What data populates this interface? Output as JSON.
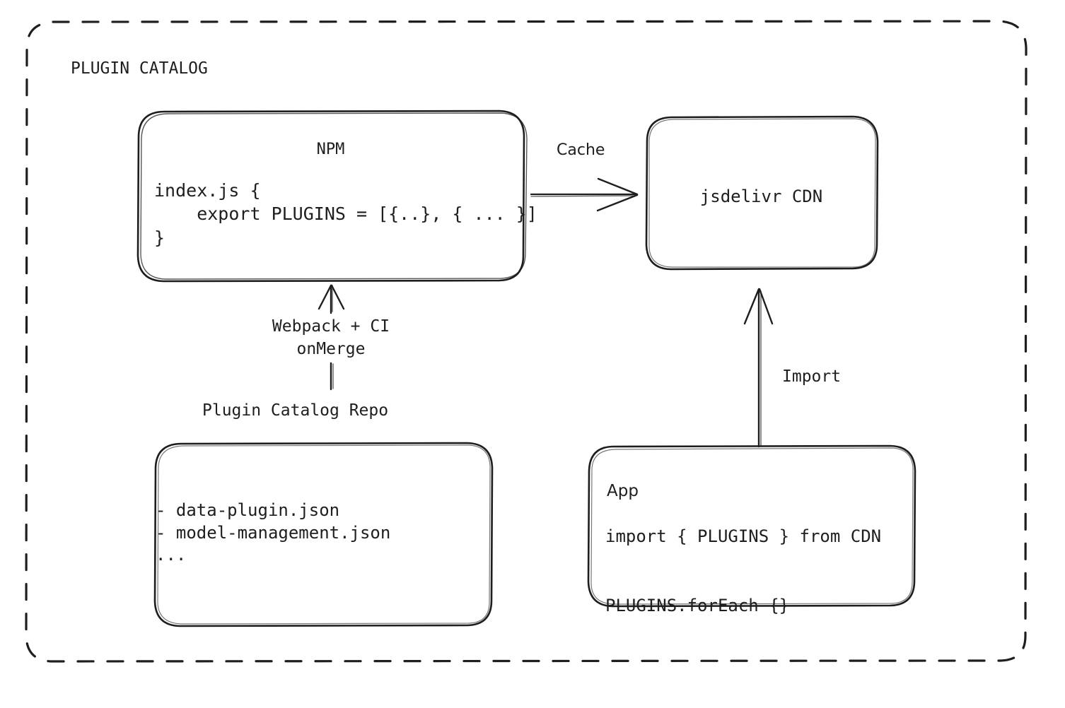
{
  "diagram": {
    "title": "PLUGIN CATALOG",
    "background_color": "#ffffff",
    "stroke_color": "#1e1e1e",
    "nodes": {
      "npm": {
        "title": "NPM",
        "code": "index.js {\n    export PLUGINS = [{..}, { ... }]\n}"
      },
      "cdn": {
        "title": "jsdelivr CDN"
      },
      "repo": {
        "caption": "Plugin Catalog Repo",
        "code": "- data-plugin.json\n- model-management.json\n..."
      },
      "app": {
        "title": "App",
        "code": "import { PLUGINS } from CDN\n\nPLUGINS.forEach {}"
      }
    },
    "edges": {
      "npm_to_cdn": {
        "label": "Cache"
      },
      "repo_to_npm": {
        "label": "Webpack + CI\nonMerge"
      },
      "app_to_cdn": {
        "label": "Import"
      }
    }
  }
}
